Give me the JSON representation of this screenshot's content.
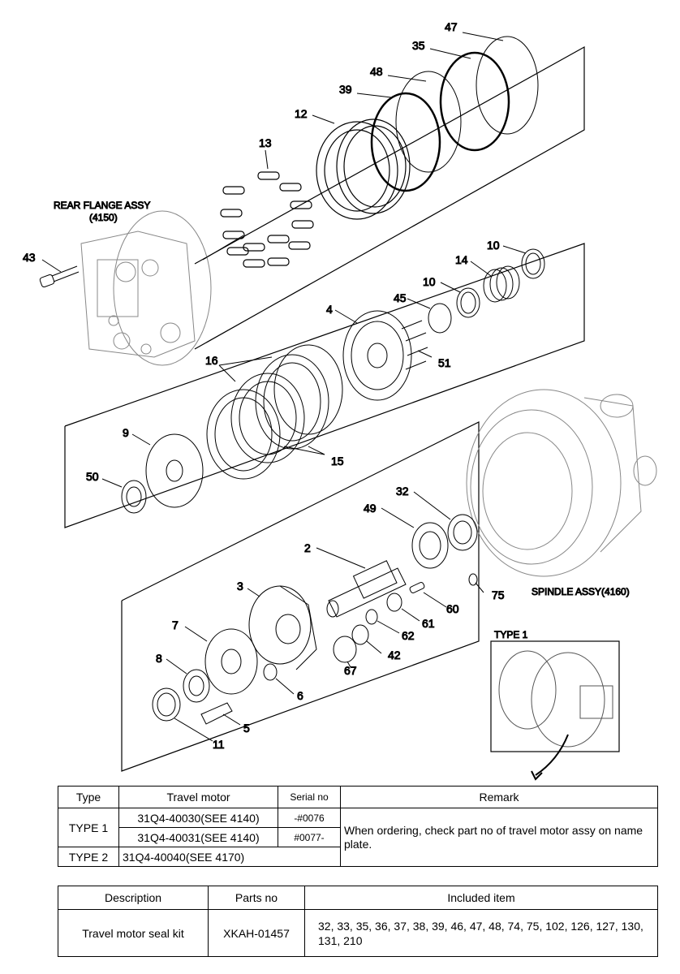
{
  "callouts": {
    "n47": "47",
    "n35": "35",
    "n48": "48",
    "n39": "39",
    "n12": "12",
    "n13": "13",
    "n43": "43",
    "n10a": "10",
    "n10b": "10",
    "n14": "14",
    "n45": "45",
    "n4": "4",
    "n51": "51",
    "n16": "16",
    "n15": "15",
    "n9": "9",
    "n50": "50",
    "n32": "32",
    "n49": "49",
    "n2": "2",
    "n3": "3",
    "n75": "75",
    "n60": "60",
    "n61": "61",
    "n62": "62",
    "n42": "42",
    "n67": "67",
    "n7": "7",
    "n8": "8",
    "n6": "6",
    "n5": "5",
    "n11": "11"
  },
  "labels": {
    "rear_flange": "REAR FLANGE ASSY",
    "rear_flange_code": "(4150)",
    "spindle": "SPINDLE ASSY(4160)",
    "type1": "TYPE 1"
  },
  "type_table": {
    "headers": [
      "Type",
      "Travel motor",
      "Serial no",
      "Remark"
    ],
    "rows": [
      {
        "type": "TYPE 1",
        "motor": "31Q4-40030(SEE 4140)",
        "serial": "-#0076"
      },
      {
        "motor": "31Q4-40031(SEE 4140)",
        "serial": "#0077-"
      },
      {
        "type": "TYPE 2",
        "motor": "31Q4-40040(SEE 4170)",
        "serial": ""
      }
    ],
    "remark": "When ordering, check part no of travel motor assy on name plate."
  },
  "kit_table": {
    "headers": [
      "Description",
      "Parts no",
      "Included item"
    ],
    "row": {
      "description": "Travel motor seal kit",
      "parts_no": "XKAH-01457",
      "items": "32, 33, 35, 36, 37, 38, 39, 46, 47, 48, 74, 75, 102, 126, 127, 130, 131, 210"
    }
  }
}
